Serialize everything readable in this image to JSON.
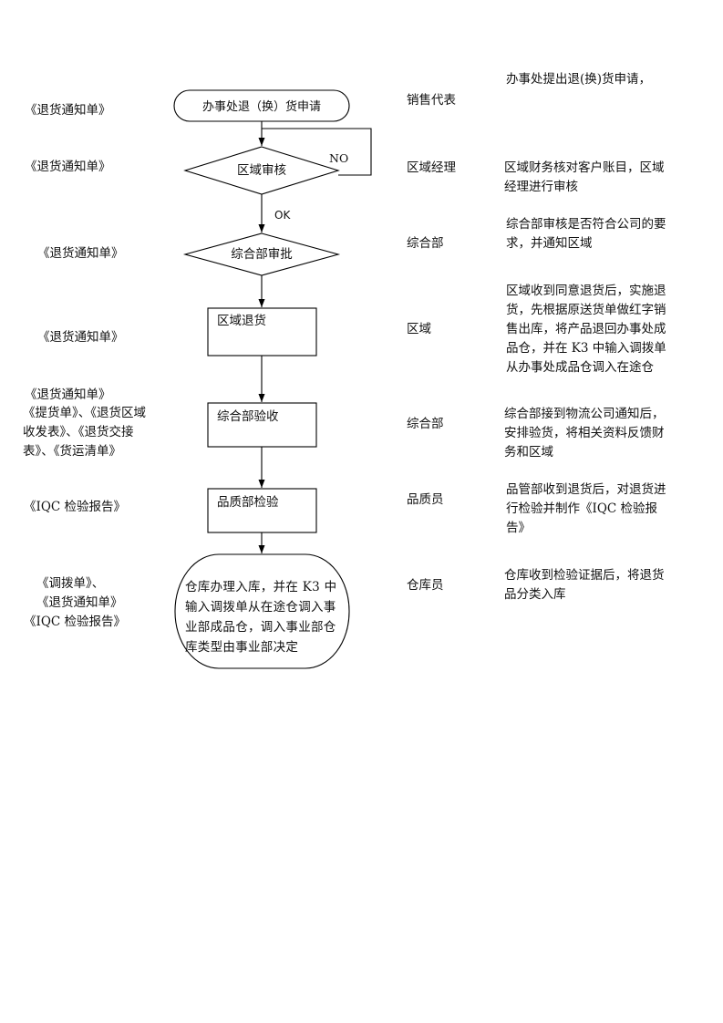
{
  "documents": {
    "d1": "《退货通知单》",
    "d2": "《退货通知单》",
    "d3": "《退货通知单》",
    "d4": "《退货通知单》",
    "d5": [
      "《退货通知单》",
      "《提货单》、《退货区域",
      "收发表》、《退货交接",
      "表》、《货运清单》"
    ],
    "d6": "《IQC 检验报告》",
    "d7": [
      "《调拨单》、",
      "《退货通知单》",
      "《IQC 检验报告》"
    ]
  },
  "nodes": {
    "start": "办事处退（换）货申请",
    "region_review": "区域审核",
    "dept_approval": "综合部审批",
    "region_return": "区域退货",
    "dept_receive": "综合部验收",
    "quality_check": "品质部检验",
    "warehouse": "仓库办理入库，并在 K3 中输入调拨单从在途仓调入事业部成品仓，调入事业部仓库类型由事业部决定"
  },
  "edges": {
    "no_label": "NO",
    "ok_label": "OK"
  },
  "roles": {
    "r1": "销售代表",
    "r2": "区域经理",
    "r3": "综合部",
    "r4": "区域",
    "r5": "综合部",
    "r6": "品质员",
    "r7": "仓库员"
  },
  "descriptions": {
    "s1": "办事处提出退(换)货申请，",
    "s2": "区域财务核对客户账目，区域经理进行审核",
    "s3": "综合部审核是否符合公司的要求，并通知区域",
    "s4": "区域收到同意退货后，实施退货，先根据原送货单做红字销售出库，将产品退回办事处成品仓，并在 K3 中输入调拨单从办事处成品仓调入在途仓",
    "s5": "综合部接到物流公司通知后，安排验货，将相关资料反馈财务和区域",
    "s6": "品管部收到退货后，对退货进行检验并制作《IQC 检验报告》",
    "s7": "仓库收到检验证据后，将退货品分类入库"
  }
}
